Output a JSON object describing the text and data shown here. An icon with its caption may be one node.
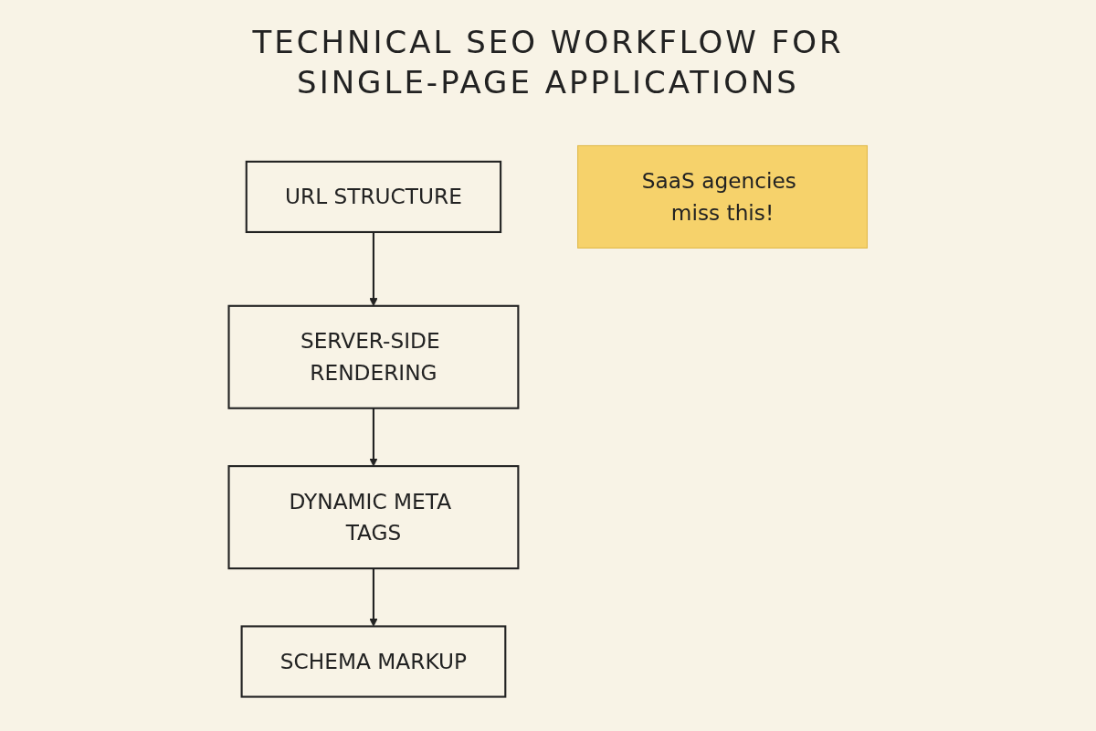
{
  "diagram": {
    "title": "TECHNICAL SEO WORKFLOW FOR SINGLE-PAGE APPLICATIONS",
    "nodes": [
      {
        "text": [
          "URL STRUCTURE"
        ]
      },
      {
        "text": [
          "SERVER-SIDE RENDERING"
        ]
      },
      {
        "text": [
          "DYNAMIC META TAGS"
        ]
      },
      {
        "text": [
          "SCHEMA MARKUP"
        ]
      },
      {
        "text": [
          "SaaS agencies miss this!"
        ]
      }
    ],
    "edges": [
      {
        "from": 0,
        "to": 1,
        "arrow": "to"
      },
      {
        "from": 1,
        "to": 2,
        "arrow": "to"
      },
      {
        "from": 2,
        "to": 3,
        "arrow": "to"
      }
    ]
  }
}
